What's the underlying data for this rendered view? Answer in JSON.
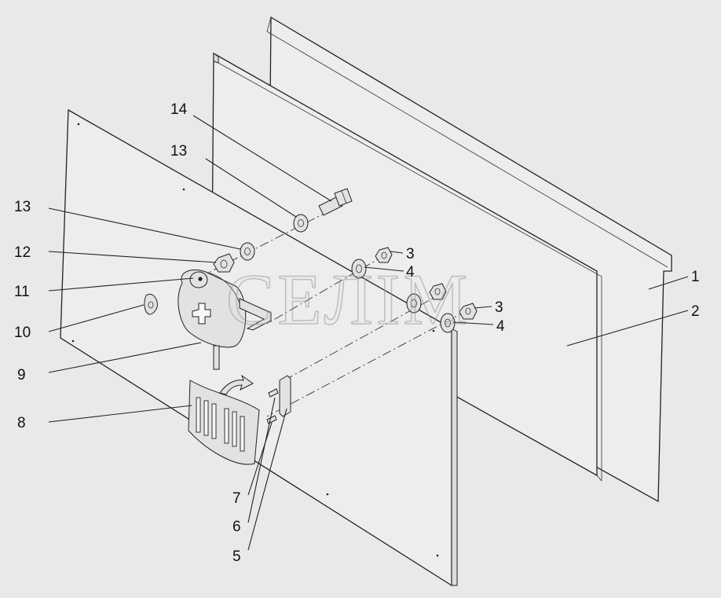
{
  "callouts": {
    "n1": "1",
    "n2": "2",
    "n3a": "3",
    "n3b": "3",
    "n4a": "4",
    "n4b": "4",
    "n5": "5",
    "n6": "6",
    "n7": "7",
    "n8": "8",
    "n9": "9",
    "n10": "10",
    "n11": "11",
    "n12": "12",
    "n13a": "13",
    "n13b": "13",
    "n14": "14"
  },
  "watermark": "СЕЛІМ",
  "colors": {
    "background": "#e9e9e9",
    "line": "#222222",
    "watermark": "#9a9a9a"
  }
}
